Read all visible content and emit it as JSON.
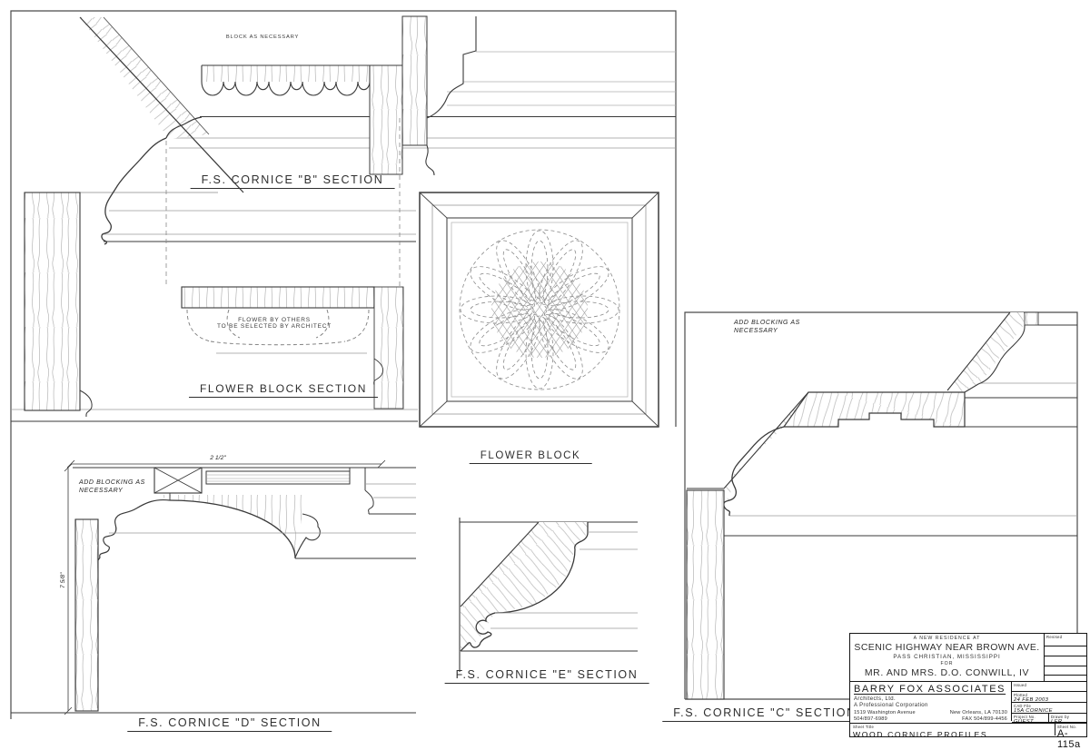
{
  "notes": {
    "block_as_necessary": "BLOCK AS NECESSARY",
    "flower_note": "FLOWER BY OTHERS\nTO BE SELECTED BY ARCHITECT",
    "add_blocking_c": "ADD BLOCKING AS\nNECESSARY",
    "add_blocking_d": "ADD BLOCKING AS\nNECESSARY"
  },
  "section_labels": {
    "b": "F.S. CORNICE \"B\" SECTION",
    "flower_section": "FLOWER BLOCK SECTION",
    "flower_plan": "FLOWER BLOCK",
    "c": "F.S. CORNICE \"C\" SECTION",
    "d": "F.S. CORNICE \"D\" SECTION",
    "e": "F.S. CORNICE \"E\" SECTION"
  },
  "dimensions": {
    "d_width": "2 1/2\"",
    "d_height": "7 5/8\""
  },
  "title_block": {
    "project": [
      "A NEW RESIDENCE AT",
      "SCENIC HIGHWAY NEAR BROWN AVE.",
      "PASS CHRISTIAN, MISSISSIPPI",
      "FOR",
      "MR. AND MRS. D.O. CONWILL, IV"
    ],
    "firm": {
      "name": "BARRY FOX ASSOCIATES",
      "sub1": "Architects, Ltd.",
      "sub2": "A Professional Corporation",
      "address_left": "1519 Washington Avenue",
      "address_right": "New Orleans, LA  70130",
      "phone": "504/897-6989",
      "fax": "FAX 504/899-4456"
    },
    "labels": {
      "revised": "Revised",
      "issued": "Issued",
      "plotted": "Plotted",
      "cad_file": "CAD File",
      "project_no": "Project No.",
      "drawn_by": "Drawn by",
      "sheet_title": "Sheet Title",
      "sheet_no": "Sheet No."
    },
    "values": {
      "plotted": "24 FEB 2003",
      "cad_file": "15A CORNICE",
      "project_no": "GUEST",
      "drawn_by": "LER",
      "sheet_title": "WOOD CORNICE PROFILES",
      "sheet_no": "A-115a"
    }
  },
  "colors": {
    "ink": "#3a3a3a",
    "gray_line": "#9a9a9a",
    "grain": "#b6b6b6",
    "background": "#ffffff"
  }
}
